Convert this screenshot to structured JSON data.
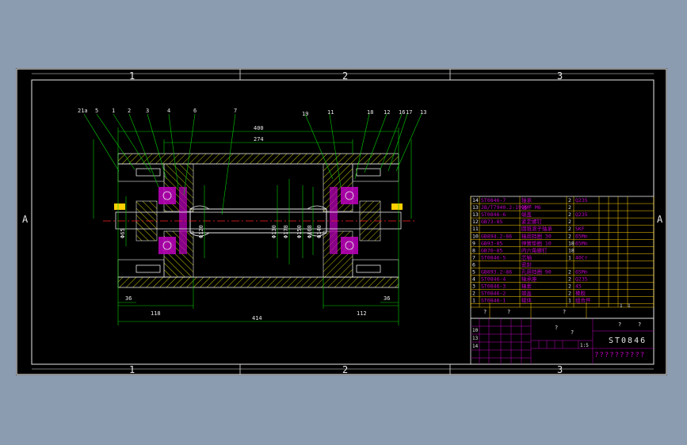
{
  "zones": {
    "columns": [
      "1",
      "2",
      "3"
    ],
    "rows": [
      "A"
    ]
  },
  "balloons": [
    "21a",
    "5",
    "1",
    "2",
    "3",
    "4",
    "6",
    "7",
    "19",
    "11",
    "18",
    "12",
    "16",
    "17",
    "13"
  ],
  "dimensions": {
    "length_400": "400",
    "length_274": "274",
    "length_414": "414",
    "length_118": "118",
    "length_112": "112",
    "length_36_left": "36",
    "length_36_right": "36",
    "dia_a": "Φ65",
    "dia_b": "Φ120",
    "dia_c": "Φ130",
    "dia_d": "Φ178",
    "dia_e": "Φ150",
    "dia_f": "Φ168",
    "dia_g": "Φ140"
  },
  "parts_list": [
    {
      "no": "14",
      "code": "ST0846-7",
      "name": "轴承",
      "qty": "2",
      "material": "Q235"
    },
    {
      "no": "13",
      "code": "JB/T7940.2-1995",
      "name": "油杯 M6",
      "qty": "2",
      "material": ""
    },
    {
      "no": "13",
      "code": "ST0846-6",
      "name": "端盖",
      "qty": "2",
      "material": "Q235"
    },
    {
      "no": "12",
      "code": "GB73-85",
      "name": "紧定螺钉",
      "qty": "2",
      "material": ""
    },
    {
      "no": "11",
      "code": "",
      "name": "圆锥滚子轴承",
      "qty": "2",
      "material": "SKF"
    },
    {
      "no": "10",
      "code": "GB894.2-86",
      "name": "轴用挡圈 30",
      "qty": "2",
      "material": "65Mn"
    },
    {
      "no": "9",
      "code": "GB93-85",
      "name": "弹簧垫圈 10",
      "qty": "18",
      "material": "65Mn"
    },
    {
      "no": "8",
      "code": "GB70-85",
      "name": "内六角螺钉",
      "qty": "18",
      "material": ""
    },
    {
      "no": "7",
      "code": "ST0846-5",
      "name": "芯轴",
      "qty": "1",
      "material": "40Cr"
    },
    {
      "no": "6",
      "code": "",
      "name": "密封",
      "qty": "",
      "material": ""
    },
    {
      "no": "5",
      "code": "GB893.2-86",
      "name": "孔用挡圈 90",
      "qty": "2",
      "material": "65Mn"
    },
    {
      "no": "4",
      "code": "ST0846-4",
      "name": "轴承座",
      "qty": "2",
      "material": "Q235"
    },
    {
      "no": "3",
      "code": "ST0846-3",
      "name": "轴套",
      "qty": "2",
      "material": "45"
    },
    {
      "no": "2",
      "code": "ST0846-2",
      "name": "端盖",
      "qty": "2",
      "material": "橡胶"
    },
    {
      "no": "1",
      "code": "ST0846-1",
      "name": "辊体",
      "qty": "1",
      "material": "组合件"
    }
  ],
  "header_row": {
    "c1": "?",
    "c2": "?",
    "c3": "?"
  },
  "title_block": {
    "q_marks_top": [
      "?",
      "?",
      "?",
      "?"
    ],
    "drawing_no": "ST0846",
    "scale": "1:5",
    "sheet_marks": [
      "1",
      "1"
    ],
    "title_text": "??????????",
    "grid_row_nums": [
      "10",
      "13",
      "14"
    ]
  }
}
